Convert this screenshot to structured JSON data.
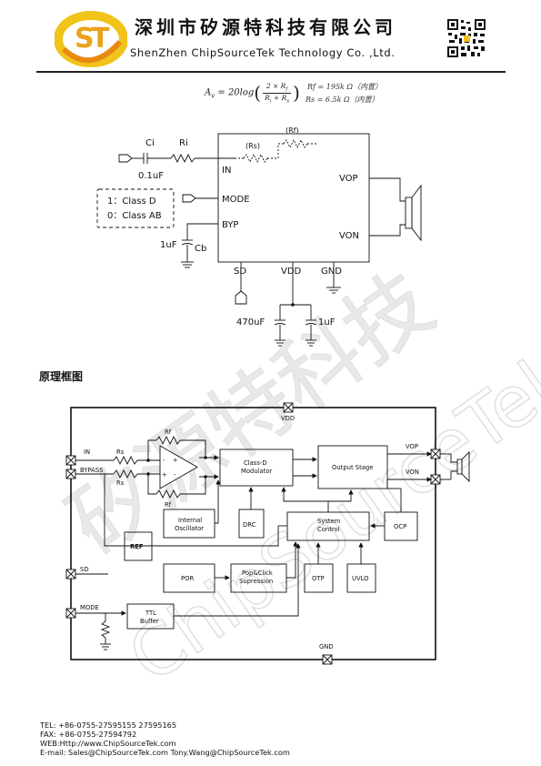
{
  "header": {
    "company_cn": "深圳市矽源特科技有限公司",
    "company_en": "ShenZhen ChipSourceTek Technology Co. ,Ltd."
  },
  "formula": {
    "lhs": "A",
    "lhs_sub": "v",
    "rhs_prefix": "= 20log",
    "num": "2 × R",
    "num_sub": "f",
    "den": "R",
    "den_sub1": "i",
    "den_mid": " + R",
    "den_sub2": "s",
    "note_rf": "Rf  =  195k Ω（内置）",
    "note_rs": "Rs  =  6.5k Ω（内置）"
  },
  "app_circuit": {
    "ci": "Ci",
    "ri": "Ri",
    "cap_ci_value": "0.1uF",
    "rs": "(Rs)",
    "rf": "(Rf)",
    "pin_in": "IN",
    "pin_mode": "MODE",
    "pin_byp": "BYP",
    "pin_sd": "SD",
    "pin_vdd": "VDD",
    "pin_gnd": "GND",
    "pin_vop": "VOP",
    "pin_von": "VON",
    "mode_line1": "1：Class D",
    "mode_line2": "0：Class AB",
    "cb": "Cb",
    "cb_value": "1uF",
    "vdd_cap1": "470uF",
    "vdd_cap2": "1uF"
  },
  "section_title": "原理框图",
  "block": {
    "vdd": "VDD",
    "gnd": "GND",
    "in": "IN",
    "bypass": "BYPASS",
    "sd": "SD",
    "mode": "MODE",
    "rs_top": "Rs",
    "rs_bot": "Rs",
    "rf_top": "Rf",
    "rf_bot": "Rf",
    "amp_in_minus": "-",
    "amp_in_plus": "+",
    "amp_out_plus": "+",
    "amp_out_minus": "-",
    "modulator_l1": "Class-D",
    "modulator_l2": "Modulator",
    "output_stage": "Output Stage",
    "vop": "VOP",
    "von": "VON",
    "osc_l1": "Internal",
    "osc_l2": "Oscillator",
    "drc": "DRC",
    "sys_l1": "System",
    "sys_l2": "Control",
    "ocp": "OCP",
    "ref": "REF",
    "por": "POR",
    "pop_l1": "Pop&Click",
    "pop_l2": "Supression",
    "otp": "OTP",
    "uvlo": "UVLO",
    "ttl_l1": "TTL",
    "ttl_l2": "Buffer"
  },
  "watermark": {
    "cn": "矽源特科技",
    "en": "ChipSourceTek"
  },
  "contact": {
    "tel": "TEL: +86-0755-27595155 27595165",
    "fax": "FAX: +86-0755-27594792",
    "web": "WEB:Http://www.ChipSourceTek.com",
    "email": "E-mail: Sales@ChipSourceTek.com        Tony.Wang@ChipSourceTek.com"
  },
  "colors": {
    "logo_yellow": "#f2c31a",
    "logo_orange": "#e88a10",
    "watermark": "#d9d9d9",
    "line": "#111111"
  }
}
